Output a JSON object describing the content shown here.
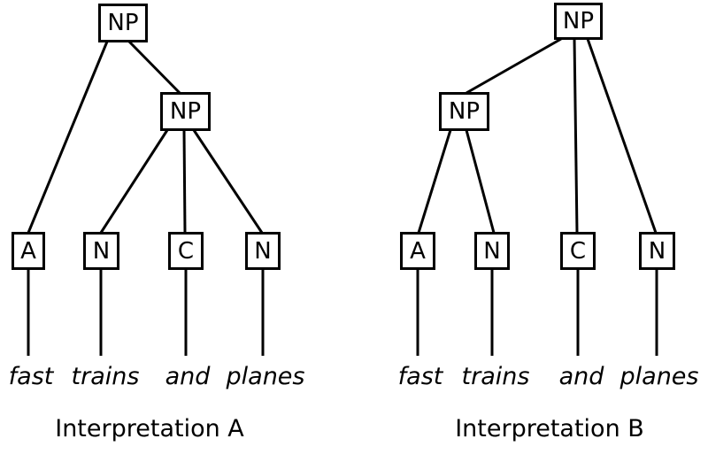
{
  "colors": {
    "background": "#ffffff",
    "line": "#000000",
    "text": "#000000"
  },
  "trees": [
    {
      "caption": "Interpretation A",
      "root": {
        "label": "NP"
      },
      "inner": {
        "label": "NP"
      },
      "leaves": [
        {
          "label": "A",
          "word": "fast"
        },
        {
          "label": "N",
          "word": "trains"
        },
        {
          "label": "C",
          "word": "and"
        },
        {
          "label": "N",
          "word": "planes"
        }
      ],
      "edges": [
        "root NP → A",
        "root NP → inner NP",
        "inner NP → N",
        "inner NP → C",
        "inner NP → N"
      ]
    },
    {
      "caption": "Interpretation B",
      "root": {
        "label": "NP"
      },
      "inner": {
        "label": "NP"
      },
      "leaves": [
        {
          "label": "A",
          "word": "fast"
        },
        {
          "label": "N",
          "word": "trains"
        },
        {
          "label": "C",
          "word": "and"
        },
        {
          "label": "N",
          "word": "planes"
        }
      ],
      "edges": [
        "root NP → inner NP",
        "root NP → C",
        "root NP → N",
        "inner NP → A",
        "inner NP → N"
      ]
    }
  ]
}
